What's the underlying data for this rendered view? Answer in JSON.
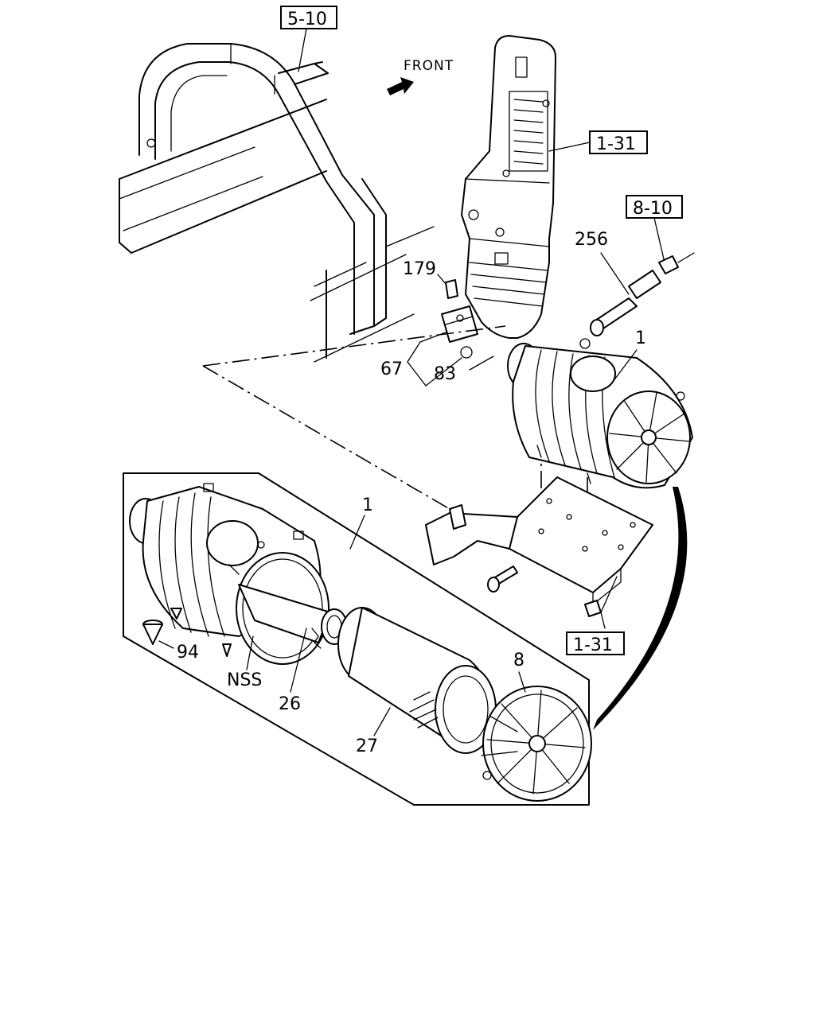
{
  "refs": {
    "ref_5_10": "5-10",
    "ref_1_31_top": "1-31",
    "ref_8_10": "8-10",
    "ref_1_31_bottom": "1-31"
  },
  "direction": {
    "front_label": "FRONT"
  },
  "callouts": {
    "p179": "179",
    "p256": "256",
    "p1_top": "1",
    "p67": "67",
    "p83": "83",
    "p1_box": "1",
    "p94": "94",
    "pNSS": "NSS",
    "p26": "26",
    "p8": "8",
    "p27": "27"
  }
}
